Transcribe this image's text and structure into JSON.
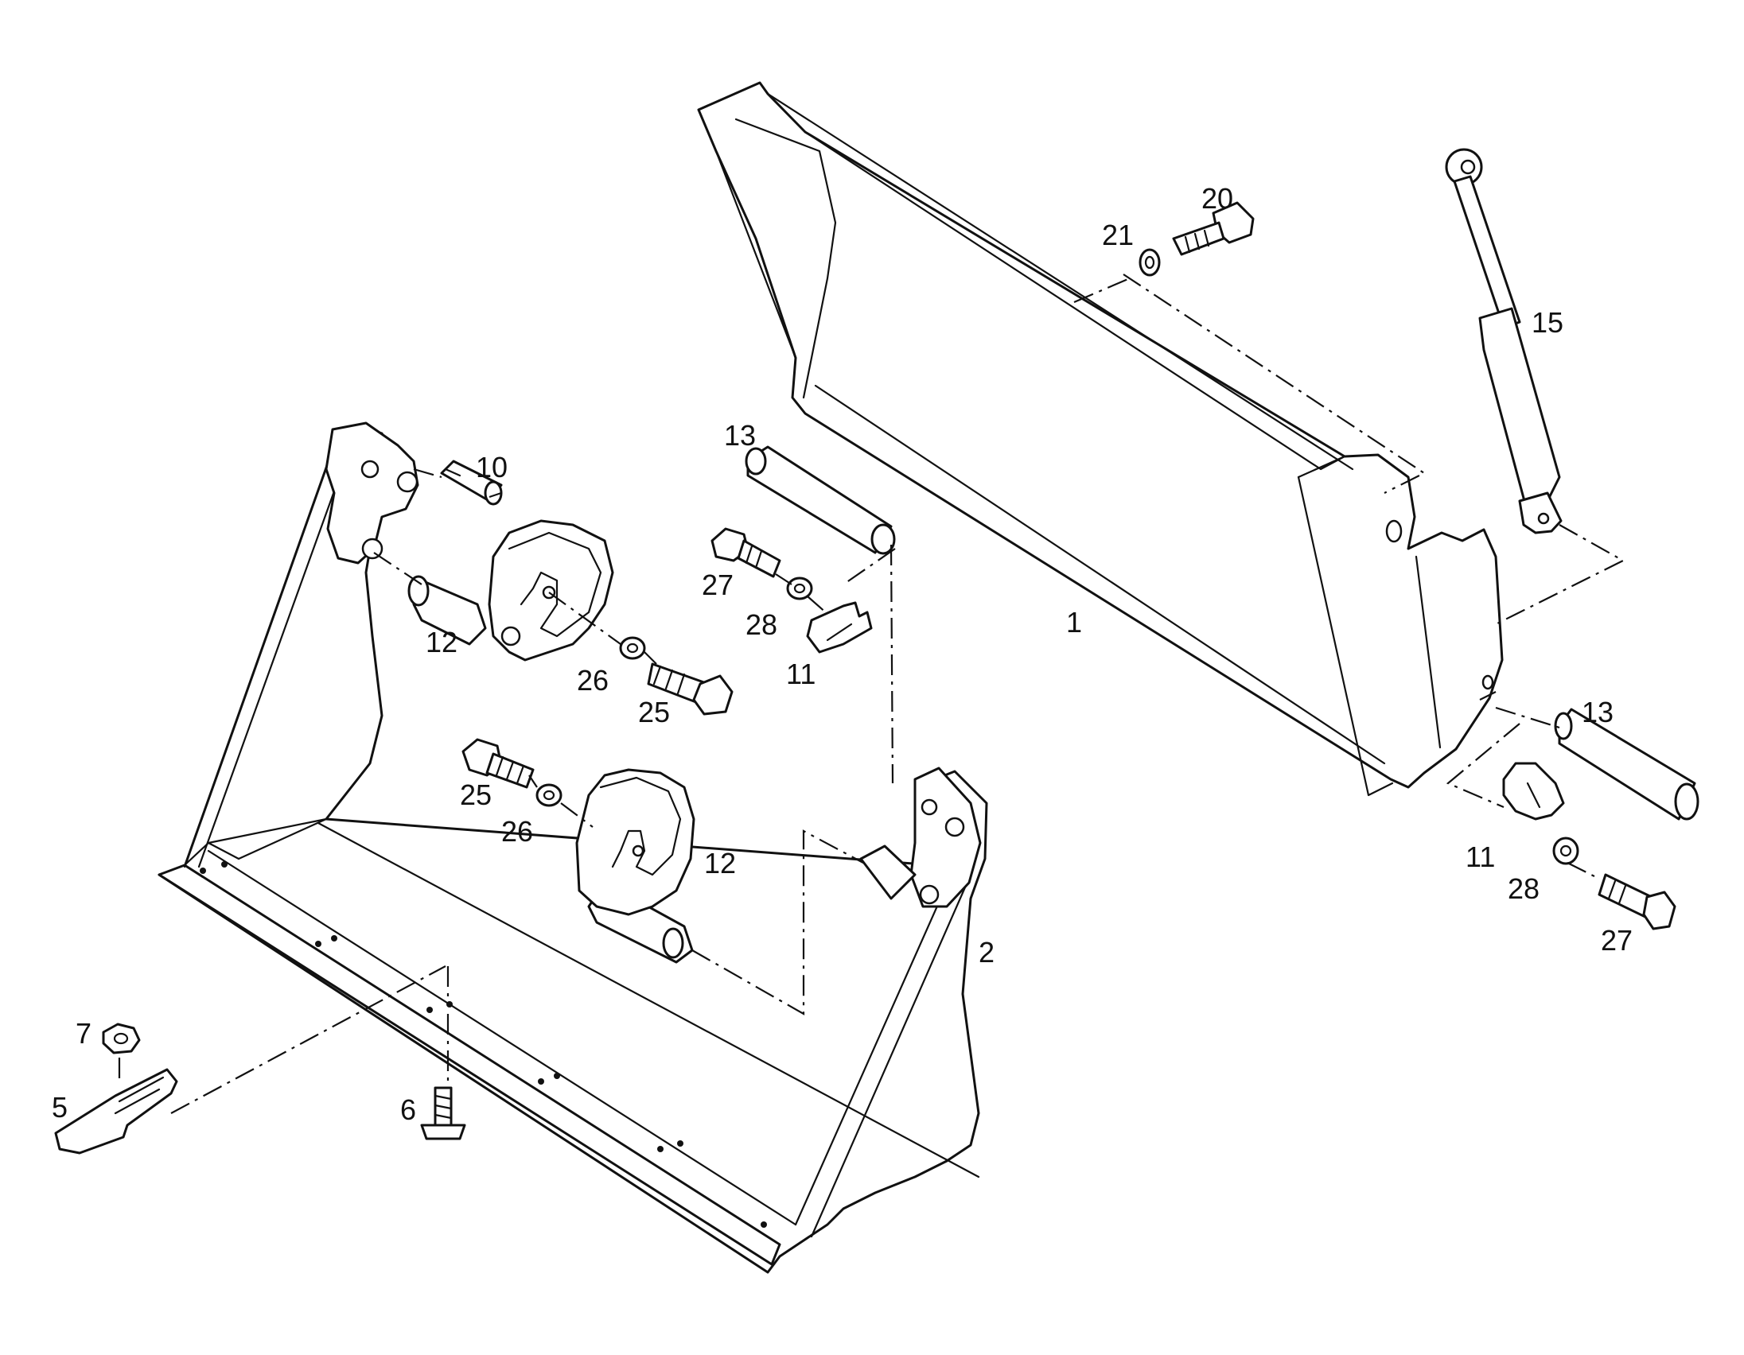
{
  "callouts": {
    "c1": "1",
    "c2": "2",
    "c5": "5",
    "c6": "6",
    "c7": "7",
    "c10": "10",
    "c11a": "11",
    "c11b": "11",
    "c12a": "12",
    "c12b": "12",
    "c13a": "13",
    "c13b": "13",
    "c15": "15",
    "c20": "20",
    "c21": "21",
    "c25a": "25",
    "c25b": "25",
    "c26a": "26",
    "c26b": "26",
    "c27a": "27",
    "c27b": "27",
    "c28a": "28",
    "c28b": "28"
  }
}
